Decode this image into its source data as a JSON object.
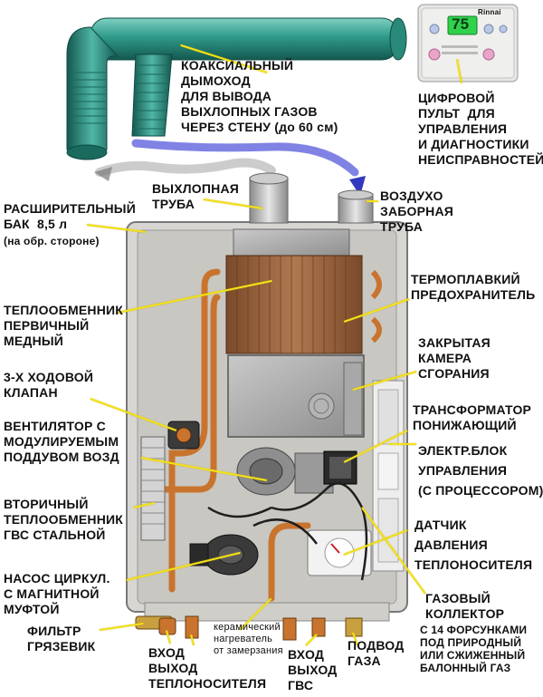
{
  "colors": {
    "leader": "#f4e21a",
    "chimney": "#2f9a8a",
    "copper": "#c8742e",
    "casing": "#d8d6d2",
    "smoke": "#4a4fd8",
    "display": "#2fd24a"
  },
  "control_panel": {
    "brand": "Rinnai",
    "temperature": "75"
  },
  "labels": {
    "chimney": "КОАКСИАЛЬНЫЙ\nДЫМОХОД\nДЛЯ ВЫВОДА\nВЫХЛОПНЫХ ГАЗОВ\nЧЕРЕЗ СТЕНУ (до 60 см)",
    "remote": "ЦИФРОВОЙ\nПУЛЬТ  ДЛЯ\nУПРАВЛЕНИЯ\nИ ДИАГНОСТИКИ\nНЕИСПРАВНОСТЕЙ",
    "exhaust": "ВЫХЛОПНАЯ\nТРУБА",
    "intake": "ВОЗДУХО\nЗАБОРНАЯ\nТРУБА",
    "tank_1": "РАСШИРИТЕЛЬНЫЙ\nБАК  8,5 л",
    "tank_2": "(на обр. стороне)",
    "fuse": "ТЕРМОПЛАВКИЙ\nПРЕДОХРАНИТЕЛЬ",
    "primary_hx": "ТЕПЛООБМЕННИК\nПЕРВИЧНЫЙ\nМЕДНЫЙ",
    "chamber": "ЗАКРЫТАЯ\nКАМЕРА\nСГОРАНИЯ",
    "valve": "3-Х ХОДОВОЙ\nКЛАПАН",
    "transformer": "ТРАНСФОРМАТОР\nПОНИЖАЮЩИЙ",
    "fan": "ВЕНТИЛЯТОР С\nМОДУЛИРУЕМЫМ\nПОДДУВОМ ВОЗД",
    "control_unit": "ЭЛЕКТР.БЛОК\nУПРАВЛЕНИЯ\n(С ПРОЦЕССОРОМ)",
    "secondary_hx": "ВТОРИЧНЫЙ\nТЕПЛООБМЕННИК\nГВС СТАЛЬНОЙ",
    "sensor": "ДАТЧИК\nДАВЛЕНИЯ\nТЕПЛОНОСИТЕЛЯ",
    "pump": "НАСОС ЦИРКУЛ.\nС МАГНИТНОЙ\nМУФТОЙ",
    "gas_collector": "ГАЗОВЫЙ\nКОЛЛЕКТОР",
    "gas_collector_note": "С 14 ФОРСУНКАМИ\nПОД ПРИРОДНЫЙ\nИЛИ СЖИЖЕННЫЙ\nБАЛОННЫЙ ГАЗ",
    "filter": "ФИЛЬТР\nГРЯЗЕВИК",
    "heating_io": "ВХОД\nВЫХОД\nТЕПЛОНОСИТЕЛЯ",
    "antifreeze": "керамический\nнагреватель\nот замерзания",
    "dhw_io": "ВХОД\nВЫХОД\nГВС",
    "gas_in": "ПОДВОД\nГАЗА"
  }
}
